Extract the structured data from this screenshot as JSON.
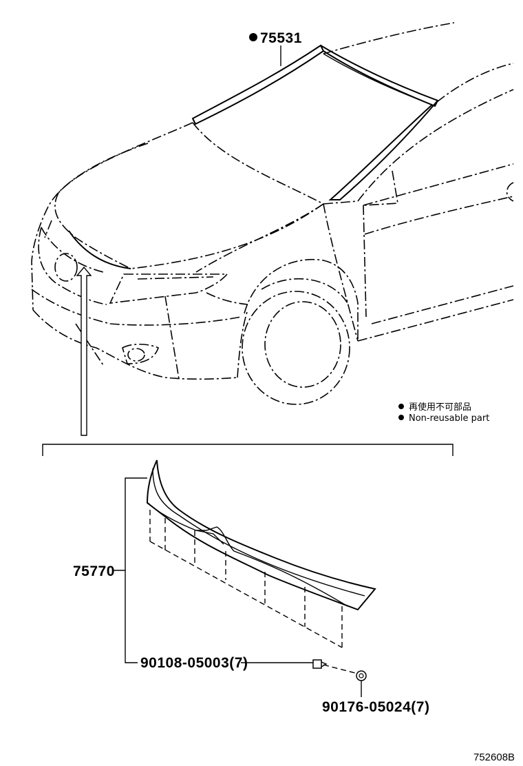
{
  "parts": {
    "windshield_molding": "75531",
    "hood_molding": "75770",
    "clip": "90108-05003(7)",
    "nut": "90176-05024(7)"
  },
  "legend": {
    "line1": "再使用不可部品",
    "line2": "Non-reusable part"
  },
  "diagram_id": "752608B"
}
